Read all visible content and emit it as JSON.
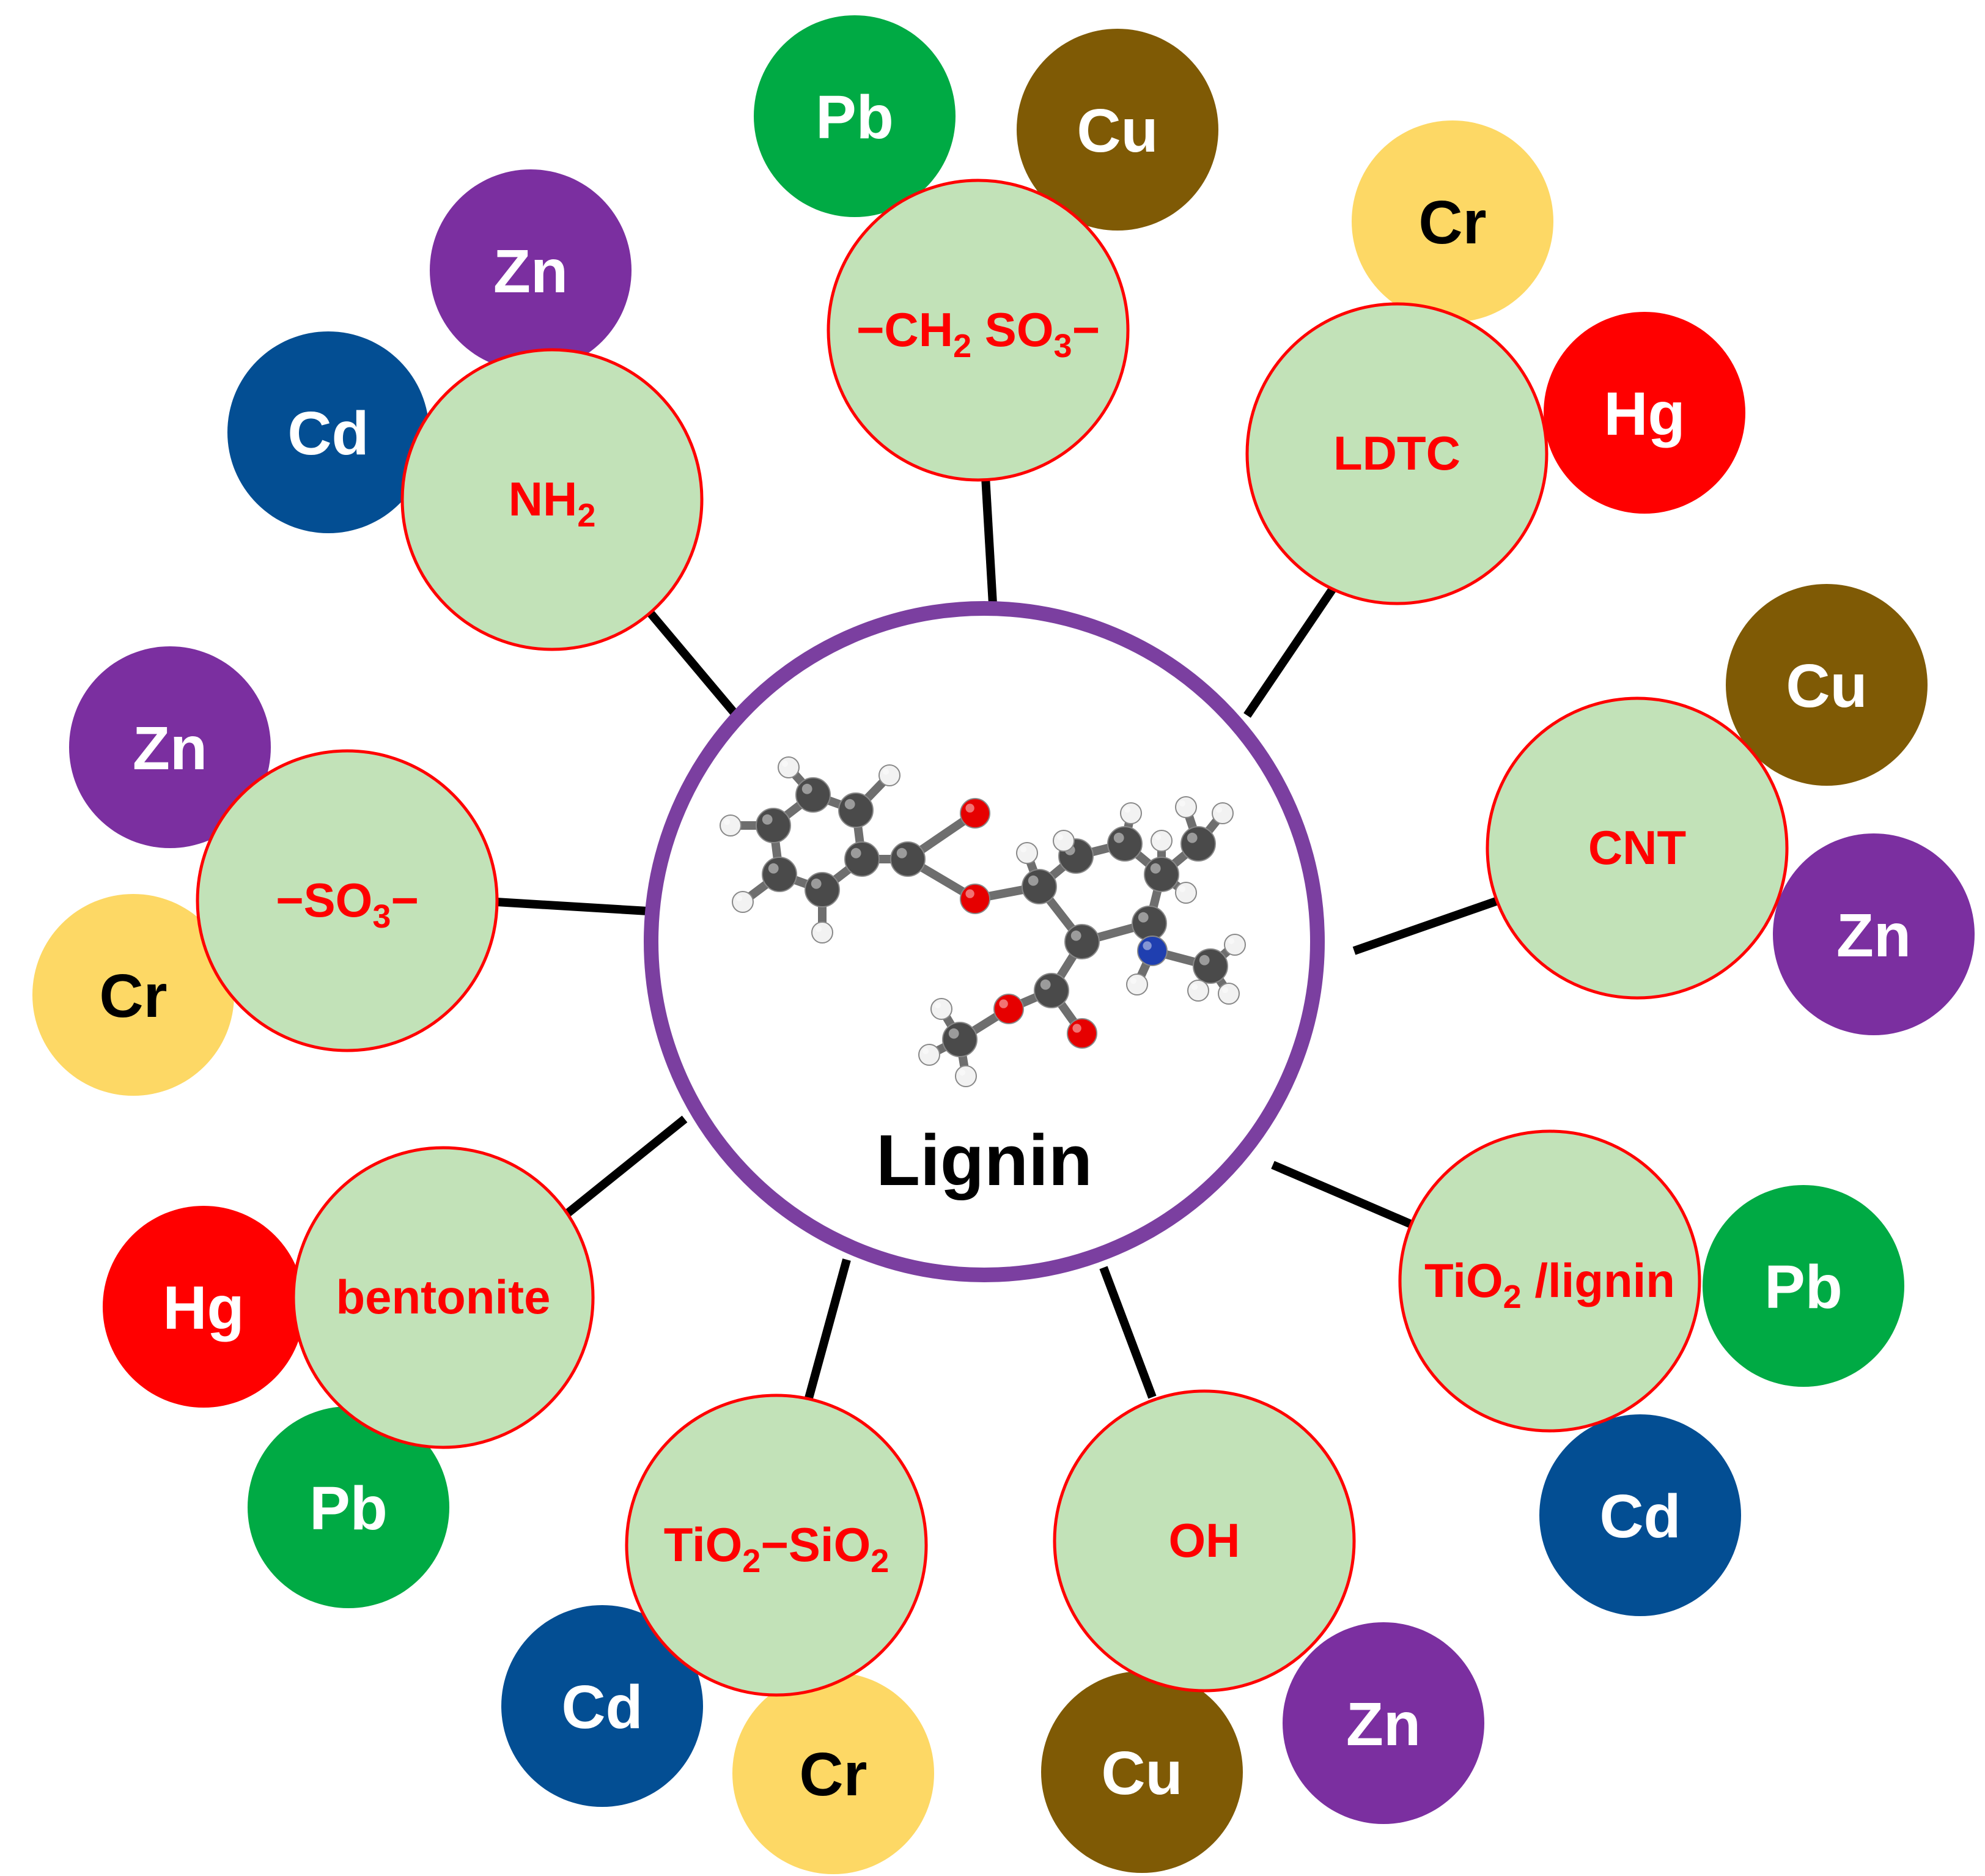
{
  "center": {
    "label": "Lignin"
  },
  "colors": {
    "hub_ring": "#7B3FA0",
    "connector": "#000000",
    "group_fill": "#C2E2B8",
    "group_stroke": "#FF0000",
    "group_text": "#FF0000",
    "metal_text_light": "#FFFFFF",
    "metal_text_dark": "#000000"
  },
  "metal_colors": {
    "Pb": "#00AA44",
    "Cu": "#7F5A05",
    "Zn": "#7B2FA0",
    "Cd": "#034E93",
    "Cr": "#FDD865",
    "Hg": "#FF0000"
  },
  "groups": [
    {
      "id": "ch2so3",
      "parts": [
        [
          "-CH",
          ""
        ],
        [
          "2",
          "sub"
        ],
        [
          " SO",
          ""
        ],
        [
          "3",
          "sub"
        ],
        [
          "-",
          ""
        ]
      ],
      "metals": [
        "Pb",
        "Cu"
      ]
    },
    {
      "id": "ldtc",
      "parts": [
        [
          "LDTC",
          ""
        ]
      ],
      "metals": [
        "Cr",
        "Hg"
      ]
    },
    {
      "id": "cnt",
      "parts": [
        [
          "CNT",
          ""
        ]
      ],
      "metals": [
        "Cu",
        "Zn"
      ]
    },
    {
      "id": "tio2-lignin",
      "parts": [
        [
          "TiO",
          ""
        ],
        [
          "2",
          "sub"
        ],
        [
          " /lignin",
          ""
        ]
      ],
      "metals": [
        "Pb",
        "Cd"
      ]
    },
    {
      "id": "oh",
      "parts": [
        [
          "OH",
          ""
        ]
      ],
      "metals": [
        "Zn",
        "Cu"
      ]
    },
    {
      "id": "tio2-sio2",
      "parts": [
        [
          "TiO",
          ""
        ],
        [
          "2",
          "sub"
        ],
        [
          "-SiO",
          ""
        ],
        [
          "2",
          "sub"
        ]
      ],
      "metals": [
        "Cr",
        "Cd"
      ]
    },
    {
      "id": "bentonite",
      "parts": [
        [
          "bentonite",
          ""
        ]
      ],
      "metals": [
        "Hg",
        "Pb"
      ]
    },
    {
      "id": "so3",
      "parts": [
        [
          "-SO",
          ""
        ],
        [
          "3",
          "sub"
        ],
        [
          "-",
          ""
        ]
      ],
      "metals": [
        "Zn",
        "Cr"
      ]
    },
    {
      "id": "nh2",
      "parts": [
        [
          "NH",
          ""
        ],
        [
          "2",
          "sub"
        ]
      ],
      "metals": [
        "Zn",
        "Cd"
      ]
    }
  ]
}
